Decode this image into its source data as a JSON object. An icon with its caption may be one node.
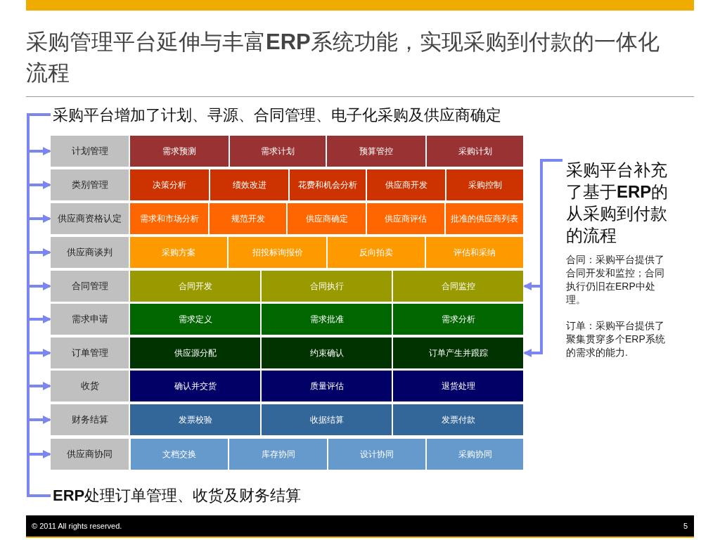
{
  "diagram": {
    "title": "采购管理平台延伸与丰富**ERP**系统功能，实现采购到付款的一体化流程",
    "nodes": [
      {
        "text": [
          "采购平台增加了计划、寻源、合同管理、电子化采购及供应商确定"
        ]
      },
      {
        "text": [
          "计划管理"
        ]
      },
      {
        "text": [
          "需求预测"
        ]
      },
      {
        "text": [
          "需求计划"
        ]
      },
      {
        "text": [
          "预算管控"
        ]
      },
      {
        "text": [
          "采购计划"
        ]
      },
      {
        "text": [
          "类别管理"
        ]
      },
      {
        "text": [
          "决策分析"
        ]
      },
      {
        "text": [
          "绩效改进"
        ]
      },
      {
        "text": [
          "花费和机会分析"
        ]
      },
      {
        "text": [
          "供应商开发"
        ]
      },
      {
        "text": [
          "采购控制"
        ]
      },
      {
        "text": [
          "供应商资格认定"
        ]
      },
      {
        "text": [
          "需求和市场分析"
        ]
      },
      {
        "text": [
          "规范开发"
        ]
      },
      {
        "text": [
          "供应商确定"
        ]
      },
      {
        "text": [
          "供应商评估"
        ]
      },
      {
        "text": [
          "批准的供应商列表"
        ]
      },
      {
        "text": [
          "供应商谈判"
        ]
      },
      {
        "text": [
          "采购方案"
        ]
      },
      {
        "text": [
          "招投标询报价"
        ]
      },
      {
        "text": [
          "反向拍卖"
        ]
      },
      {
        "text": [
          "评估和采纳"
        ]
      },
      {
        "text": [
          "合同管理"
        ]
      },
      {
        "text": [
          "合同开发"
        ]
      },
      {
        "text": [
          "合同执行"
        ]
      },
      {
        "text": [
          "合同监控"
        ]
      },
      {
        "text": [
          "需求申请"
        ]
      },
      {
        "text": [
          "需求定义"
        ]
      },
      {
        "text": [
          "需求批准"
        ]
      },
      {
        "text": [
          "需求分析"
        ]
      },
      {
        "text": [
          "订单管理"
        ]
      },
      {
        "text": [
          "供应源分配"
        ]
      },
      {
        "text": [
          "约束确认"
        ]
      },
      {
        "text": [
          "订单产生并跟踪"
        ]
      },
      {
        "text": [
          "收货"
        ]
      },
      {
        "text": [
          "确认并交货"
        ]
      },
      {
        "text": [
          "质量评估"
        ]
      },
      {
        "text": [
          "退货处理"
        ]
      },
      {
        "text": [
          "财务结算"
        ]
      },
      {
        "text": [
          "发票校验"
        ]
      },
      {
        "text": [
          "收据结算"
        ]
      },
      {
        "text": [
          "发票付款"
        ]
      },
      {
        "text": [
          "供应商协同"
        ]
      },
      {
        "text": [
          "文档交换"
        ]
      },
      {
        "text": [
          "库存协同"
        ]
      },
      {
        "text": [
          "设计协同"
        ]
      },
      {
        "text": [
          "采购协同"
        ]
      },
      {
        "text": [
          "采购平台补充了基于**ERP**的从采购到付款的流程",
          "合同：采购平台提供了合同开发和监控；合同执行仍旧在ERP中处理。",
          "订单：采购平台提供了聚集贯穿多个ERP系统的需求的能力."
        ]
      },
      {
        "text": [
          "**ERP**处理订单管理、收货及财务结算"
        ]
      }
    ],
    "edges": [
      {
        "from": 0,
        "to": 1,
        "arrow": "to"
      },
      {
        "from": 0,
        "to": 6,
        "arrow": "to"
      },
      {
        "from": 0,
        "to": 12,
        "arrow": "to"
      },
      {
        "from": 0,
        "to": 18,
        "arrow": "to"
      },
      {
        "from": 0,
        "to": 23,
        "arrow": "to"
      },
      {
        "from": 0,
        "to": 27,
        "arrow": "to"
      },
      {
        "from": 0,
        "to": 31,
        "arrow": "to"
      },
      {
        "from": 0,
        "to": 35,
        "arrow": "to"
      },
      {
        "from": 0,
        "to": 39,
        "arrow": "to"
      },
      {
        "from": 0,
        "to": 43,
        "arrow": "to"
      },
      {
        "from": 0,
        "to": 49,
        "arrow": "none"
      },
      {
        "from": 48,
        "to": 26,
        "arrow": "to"
      },
      {
        "from": 48,
        "to": 34,
        "arrow": "to"
      }
    ],
    "labels": [
      "© 2011 All rights reserved.",
      "5"
    ]
  }
}
